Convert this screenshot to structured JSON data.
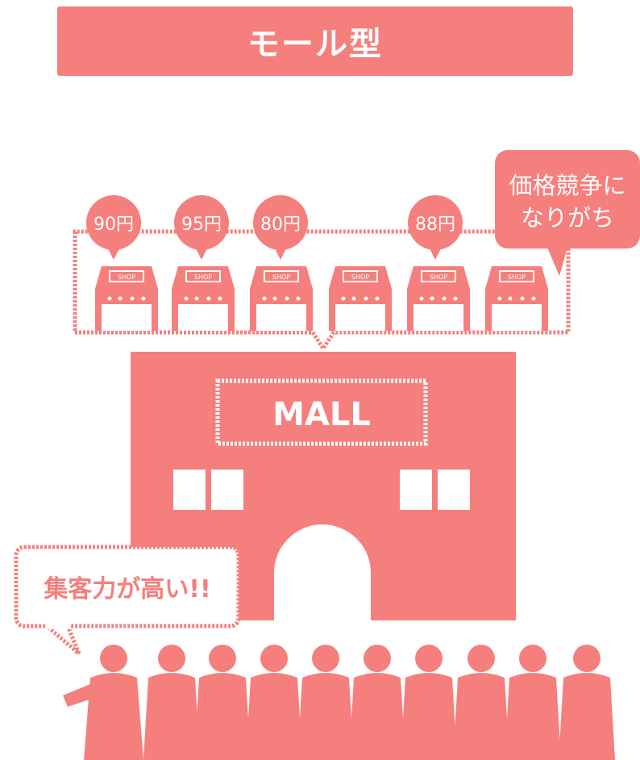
{
  "title": "モール型",
  "prices": [
    "90円",
    "95円",
    "80円",
    "88円"
  ],
  "shop_label": "SHOP",
  "bubble_competition": {
    "line1": "価格競争に",
    "line2": "なりがち"
  },
  "mall_sign": "MALL",
  "bubble_customers": "集客力が高い!!",
  "colors": {
    "coral": "#f47f7d",
    "background": "#ffffff"
  }
}
